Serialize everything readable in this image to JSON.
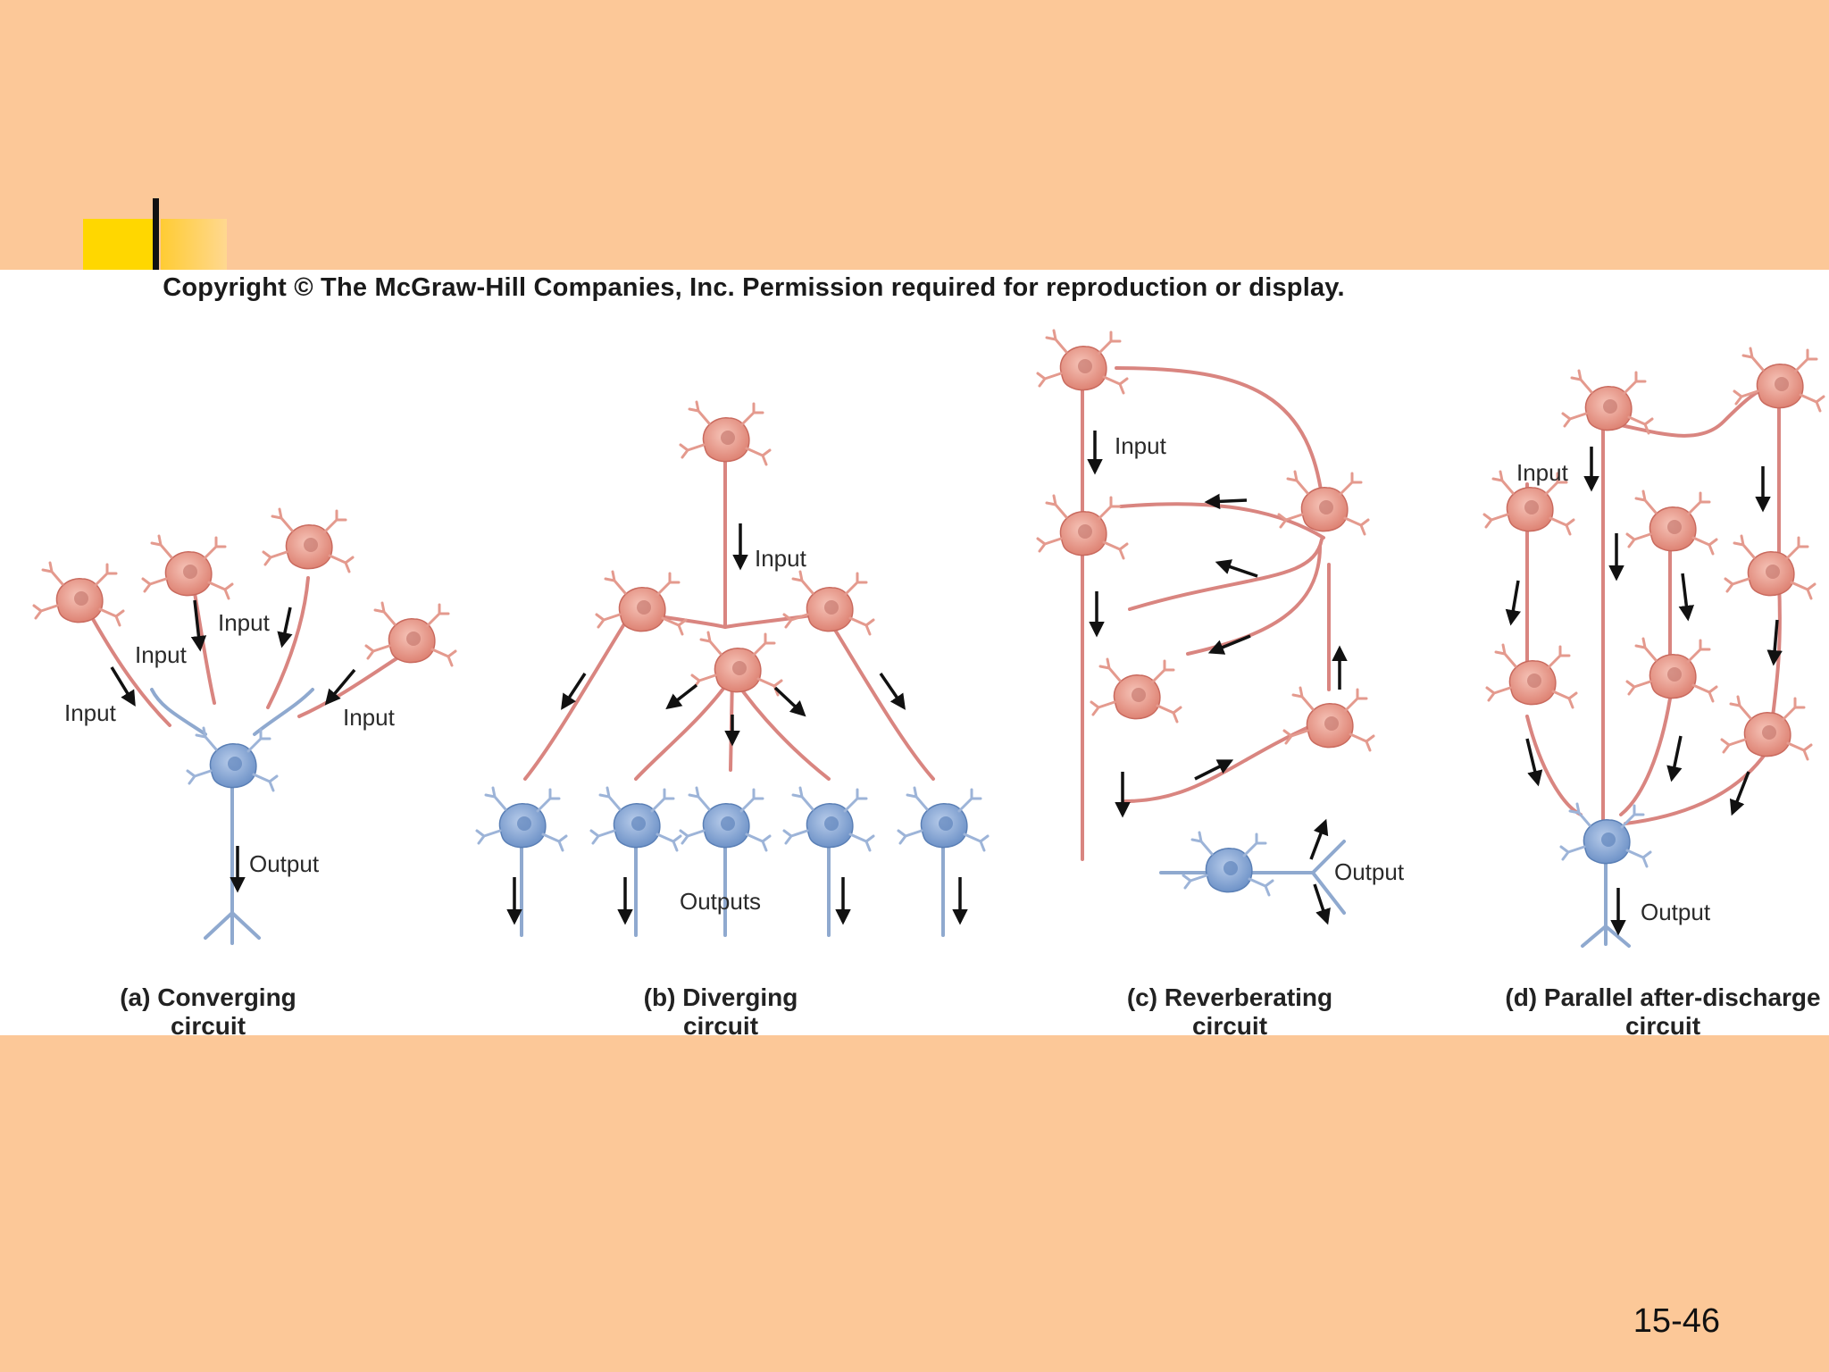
{
  "slide": {
    "copyright": "Copyright © The McGraw-Hill Companies, Inc. Permission required for reproduction or display.",
    "page_number": "15-46"
  },
  "diagram": {
    "panels": [
      {
        "caption_line1": "(a) Converging",
        "caption_line2": "circuit",
        "labels": {
          "input_1": "Input",
          "input_2": "Input",
          "input_3": "Input",
          "input_4": "Input",
          "output": "Output"
        }
      },
      {
        "caption_line1": "(b) Diverging",
        "caption_line2": "circuit",
        "labels": {
          "input": "Input",
          "outputs": "Outputs"
        }
      },
      {
        "caption_line1": "(c) Reverberating",
        "caption_line2": "circuit",
        "labels": {
          "input": "Input",
          "output": "Output"
        }
      },
      {
        "caption_line1": "(d) Parallel after-discharge",
        "caption_line2": "circuit",
        "labels": {
          "input": "Input",
          "output": "Output"
        }
      }
    ]
  },
  "colors": {
    "background": "#FCC898",
    "presynaptic_neuron": "#E9968A",
    "postsynaptic_neuron": "#7FA0D0",
    "accent": "#FFD700"
  }
}
